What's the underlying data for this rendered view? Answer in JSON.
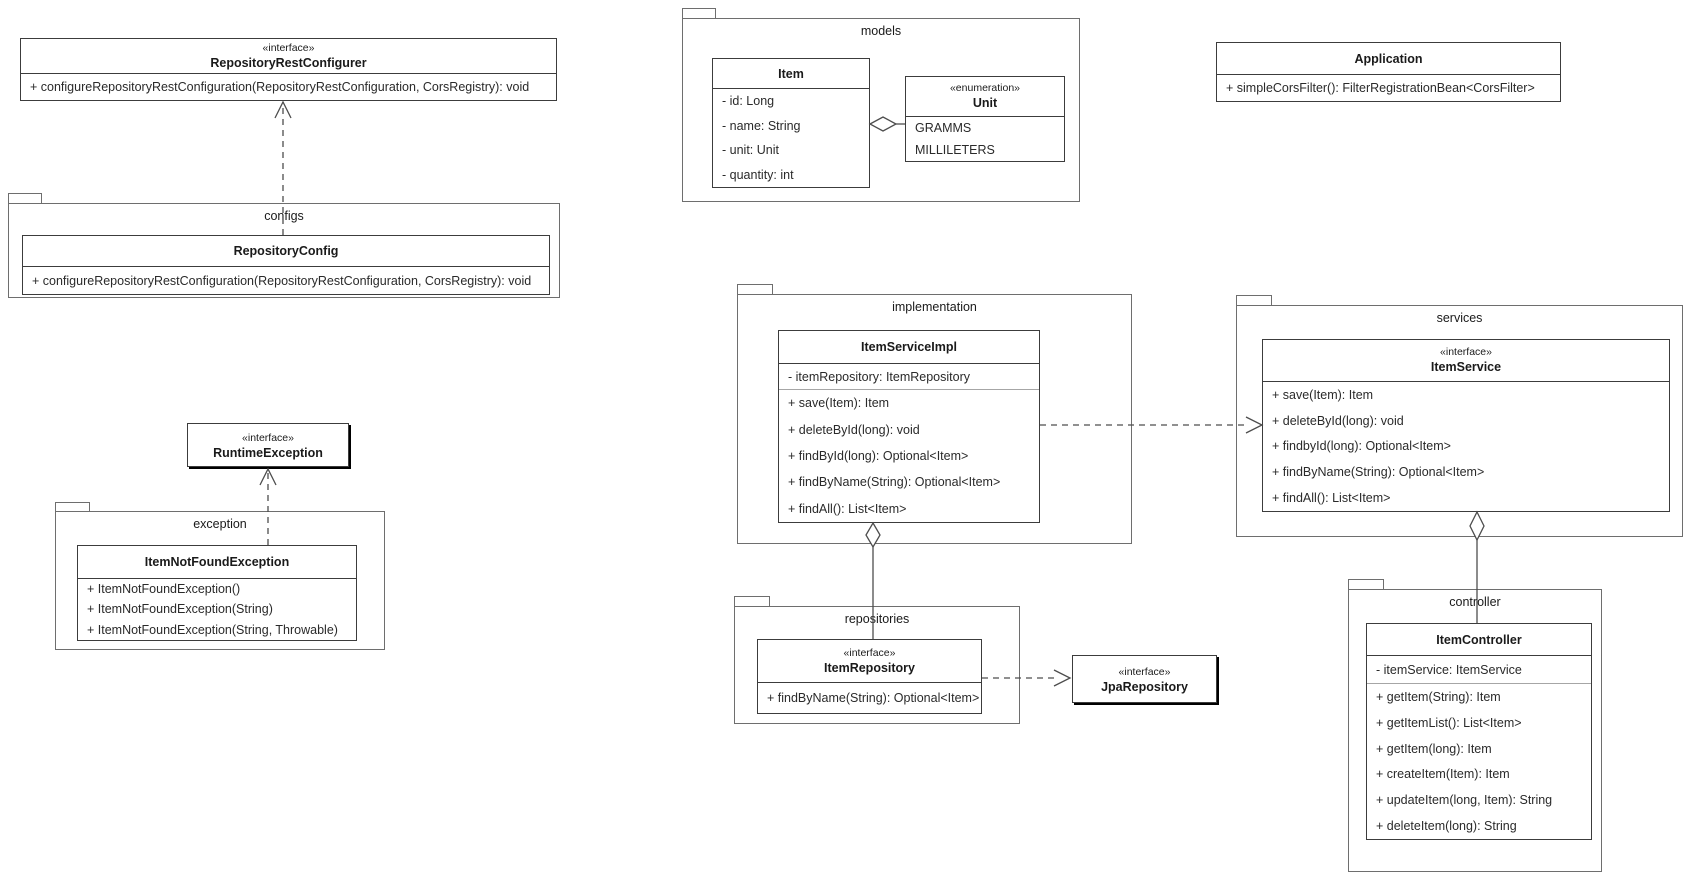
{
  "packages": {
    "configs": {
      "label": "configs"
    },
    "exception": {
      "label": "exception"
    },
    "models": {
      "label": "models"
    },
    "implementation": {
      "label": "implementation"
    },
    "services": {
      "label": "services"
    },
    "repositories": {
      "label": "repositories"
    },
    "controller": {
      "label": "controller"
    }
  },
  "classes": {
    "repositoryRestConfigurer": {
      "stereotype": "«interface»",
      "name": "RepositoryRestConfigurer",
      "methods": [
        "+ configureRepositoryRestConfiguration(RepositoryRestConfiguration, CorsRegistry): void"
      ]
    },
    "repositoryConfig": {
      "name": "RepositoryConfig",
      "methods": [
        "+ configureRepositoryRestConfiguration(RepositoryRestConfiguration, CorsRegistry): void"
      ]
    },
    "runtimeException": {
      "stereotype": "«interface»",
      "name": "RuntimeException"
    },
    "itemNotFoundException": {
      "name": "ItemNotFoundException",
      "methods": [
        "+ ItemNotFoundException()",
        "+ ItemNotFoundException(String)",
        "+ ItemNotFoundException(String, Throwable)"
      ]
    },
    "item": {
      "name": "Item",
      "attributes": [
        "- id: Long",
        "- name: String",
        "- unit: Unit",
        "- quantity: int"
      ]
    },
    "unit": {
      "stereotype": "«enumeration»",
      "name": "Unit",
      "literals": [
        "GRAMMS",
        "MILLILETERS"
      ]
    },
    "application": {
      "name": "Application",
      "methods": [
        "+ simpleCorsFilter(): FilterRegistrationBean<CorsFilter>"
      ]
    },
    "itemServiceImpl": {
      "name": "ItemServiceImpl",
      "attributes": [
        "- itemRepository: ItemRepository"
      ],
      "methods": [
        "+ save(Item): Item",
        "+ deleteById(long): void",
        "+ findById(long): Optional<Item>",
        "+ findByName(String): Optional<Item>",
        "+ findAll(): List<Item>"
      ]
    },
    "itemService": {
      "stereotype": "«interface»",
      "name": "ItemService",
      "methods": [
        "+ save(Item): Item",
        "+ deleteById(long): void",
        "+ findbyId(long): Optional<Item>",
        "+ findByName(String): Optional<Item>",
        "+ findAll(): List<Item>"
      ]
    },
    "itemRepository": {
      "stereotype": "«interface»",
      "name": "ItemRepository",
      "methods": [
        "+ findByName(String): Optional<Item>"
      ]
    },
    "jpaRepository": {
      "stereotype": "«interface»",
      "name": "JpaRepository"
    },
    "itemController": {
      "name": "ItemController",
      "attributes": [
        "- itemService: ItemService"
      ],
      "methods": [
        "+ getItem(String): Item",
        "+ getItemList(): List<Item>",
        "+ getItem(long): Item",
        "+ createItem(Item): Item",
        "+ updateItem(long, Item): String",
        "+ deleteItem(long): String"
      ]
    }
  },
  "relationships": [
    {
      "type": "realization",
      "from": "RepositoryConfig",
      "to": "RepositoryRestConfigurer",
      "style": "dashed, hollow open arrowhead"
    },
    {
      "type": "realization",
      "from": "ItemNotFoundException",
      "to": "RuntimeException",
      "style": "dashed, hollow open arrowhead"
    },
    {
      "type": "aggregation",
      "from": "Item",
      "to": "Unit",
      "style": "solid, hollow diamond at Item"
    },
    {
      "type": "dependency",
      "from": "ItemServiceImpl",
      "to": "ItemService",
      "style": "dashed, open arrowhead"
    },
    {
      "type": "aggregation",
      "from": "ItemServiceImpl",
      "to": "ItemRepository",
      "style": "solid, hollow diamond at ItemServiceImpl"
    },
    {
      "type": "dependency",
      "from": "ItemRepository",
      "to": "JpaRepository",
      "style": "dashed, open arrowhead"
    },
    {
      "type": "aggregation",
      "from": "ItemService",
      "to": "ItemController",
      "style": "solid, hollow diamond at ItemService"
    }
  ],
  "colors": {
    "background": "#ffffff",
    "class_border": "#3c3c3c",
    "package_border": "#6e6e6e",
    "connector": "#4d4d4d",
    "shadow": "#000000",
    "text": "#1a1a1a"
  }
}
